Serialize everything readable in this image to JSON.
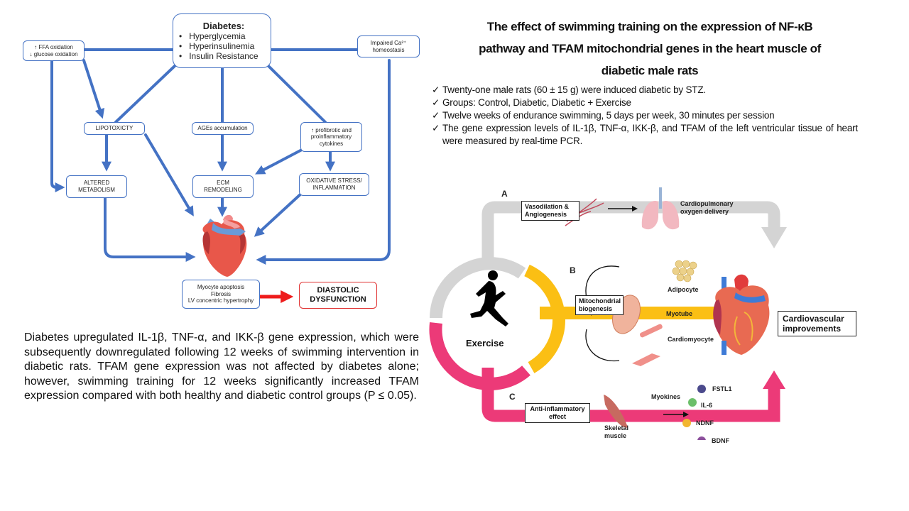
{
  "slide": {
    "title_lines": [
      "The effect of swimming training on the expression of NF-κB",
      "pathway and TFAM mitochondrial genes in the heart muscle of",
      "diabetic male rats"
    ],
    "bullet_icon": "check-mark-icon",
    "bullet_glyph": "✓",
    "bullets": [
      "Twenty-one  male rats (60 ± 15 g) were induced diabetic by STZ.",
      "Groups: Control, Diabetic, Diabetic + Exercise",
      "Twelve weeks of endurance swimming, 5 days per week, 30 minutes per session",
      "The gene expression levels of IL-1β, TNF-α, IKK-β, and TFAM of the left ventricular tissue of heart were measured by real-time PCR."
    ],
    "summary": "Diabetes upregulated IL-1β, TNF-α, and IKK-β gene expression, which were subsequently downregulated following 12 weeks of swimming intervention in diabetic rats. TFAM gene expression was not affected by diabetes alone; however, swimming training for 12 weeks significantly increased TFAM expression compared with both healthy and diabetic control groups (P ≤ 0.05)."
  },
  "left_diagram": {
    "colors": {
      "arrow": "#4472c4",
      "red_arrow": "#ee1c1c",
      "red_box": "#e03030"
    },
    "diabetes": {
      "heading": "Diabetes:",
      "items": [
        "Hyperglycemia",
        "Hyperinsulinemia",
        "Insulin Resistance"
      ]
    },
    "ffa_box": [
      "↑ FFA oxidation",
      "↓ glucose oxidation"
    ],
    "calcium_box": [
      "Impaired Ca²⁺",
      "homeostasis"
    ],
    "lipotoxicity": "LIPOTOXICTY",
    "ages": "AGEs accumulation",
    "cytokines": [
      "↑ profibrotic and",
      "proinflammatory",
      "cytokines"
    ],
    "altered_metabolism": [
      "ALTERED",
      "METABOLISM"
    ],
    "ecm": [
      "ECM",
      "REMODELING"
    ],
    "oxidative": [
      "OXIDATIVE STRESS/",
      "INFLAMMATION"
    ],
    "outcome_box": [
      "Myocyte apoptosis",
      "Fibrosis",
      "LV concentric hypertrophy"
    ],
    "diastolic": [
      "DIASTOLIC",
      "DYSFUNCTION"
    ]
  },
  "right_diagram": {
    "colors": {
      "gray": "#d4d4d4",
      "yellow": "#fbbf14",
      "pink": "#ec3a78"
    },
    "center_label": "Exercise",
    "pathway_a": {
      "letter": "A",
      "box": [
        "Vasodilation &",
        "Angiogenesis"
      ],
      "target": [
        "Cardiopulmonary",
        "oxygen delivery"
      ]
    },
    "pathway_b": {
      "letter": "B",
      "box": [
        "Mitochondrial",
        "biogenesis"
      ],
      "targets": [
        "Adipocyte",
        "Myotube",
        "Cardiomyocyte"
      ]
    },
    "pathway_c": {
      "letter": "C",
      "box": [
        "Anti-inflammatory",
        "effect"
      ],
      "tissue": [
        "Skeletal",
        "muscle"
      ],
      "myokines_label": "Myokines",
      "myokines": [
        {
          "name": "FSTL1",
          "color": "#4b4a8c"
        },
        {
          "name": "IL-6",
          "color": "#6cbf6a"
        },
        {
          "name": "NDNF",
          "color": "#f2b631"
        },
        {
          "name": "BDNF",
          "color": "#8c4f9c"
        }
      ]
    },
    "outcome": [
      "Cardiovascular",
      "improvements"
    ]
  }
}
